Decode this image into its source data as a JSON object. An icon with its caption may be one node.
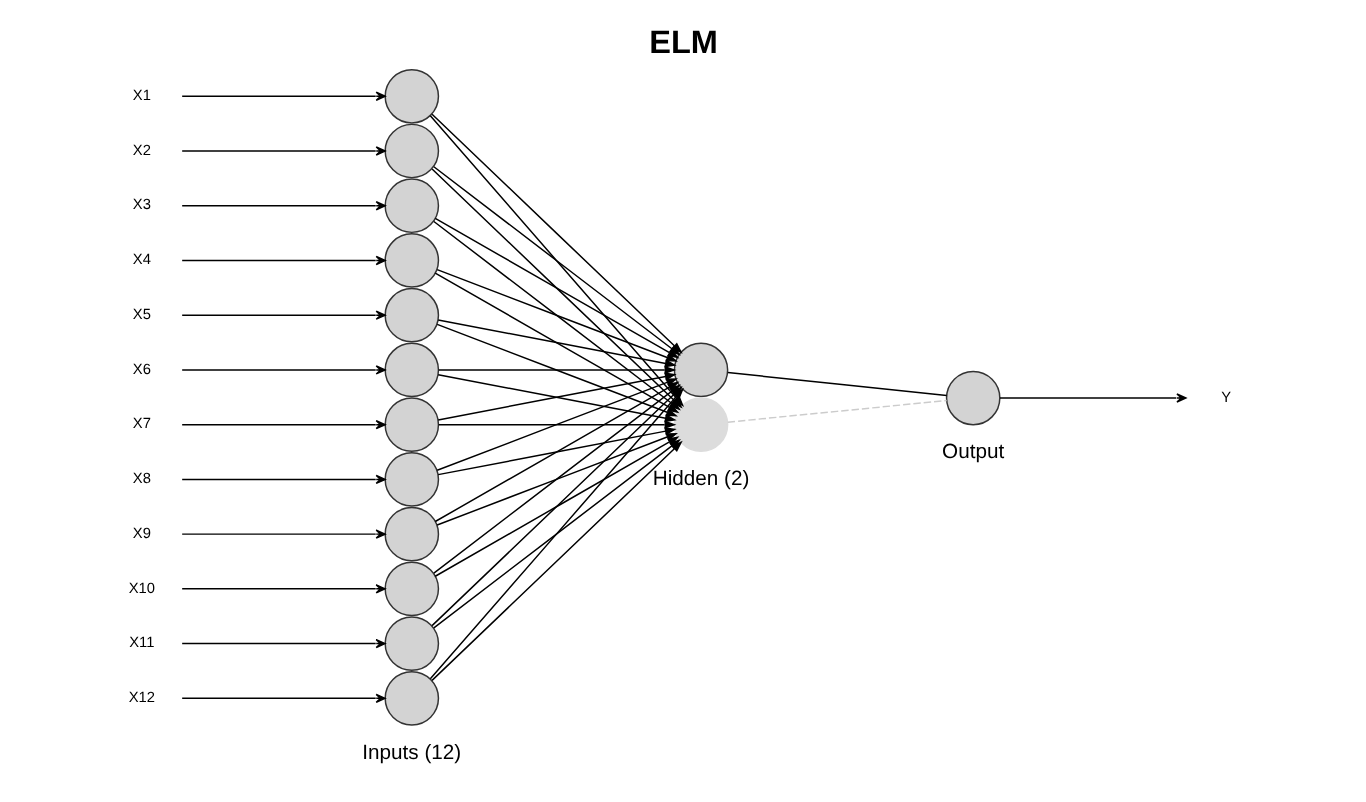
{
  "diagram": {
    "title": "ELM",
    "nodes": [
      {
        "text": [
          "X1"
        ]
      },
      {
        "text": [
          "X2"
        ]
      },
      {
        "text": [
          "X3"
        ]
      },
      {
        "text": [
          "X4"
        ]
      },
      {
        "text": [
          "X5"
        ]
      },
      {
        "text": [
          "X6"
        ]
      },
      {
        "text": [
          "X7"
        ]
      },
      {
        "text": [
          "X8"
        ]
      },
      {
        "text": [
          "X9"
        ]
      },
      {
        "text": [
          "X10"
        ]
      },
      {
        "text": [
          "X11"
        ]
      },
      {
        "text": [
          "X12"
        ]
      },
      {
        "text": [],
        "shape": "circle"
      },
      {
        "text": [],
        "shape": "circle"
      },
      {
        "text": [],
        "shape": "circle"
      },
      {
        "text": [],
        "shape": "circle"
      },
      {
        "text": [],
        "shape": "circle"
      },
      {
        "text": [],
        "shape": "circle"
      },
      {
        "text": [],
        "shape": "circle"
      },
      {
        "text": [],
        "shape": "circle"
      },
      {
        "text": [],
        "shape": "circle"
      },
      {
        "text": [],
        "shape": "circle"
      },
      {
        "text": [],
        "shape": "circle"
      },
      {
        "text": [],
        "shape": "circle"
      },
      {
        "text": [],
        "shape": "circle"
      },
      {
        "text": [],
        "shape": "circle"
      },
      {
        "text": [],
        "shape": "circle"
      },
      {
        "text": [
          "Y"
        ]
      }
    ],
    "edges": [
      {
        "from": 0,
        "to": 12,
        "arrow": "to"
      },
      {
        "from": 1,
        "to": 13,
        "arrow": "to"
      },
      {
        "from": 2,
        "to": 14,
        "arrow": "to"
      },
      {
        "from": 3,
        "to": 15,
        "arrow": "to"
      },
      {
        "from": 4,
        "to": 16,
        "arrow": "to"
      },
      {
        "from": 5,
        "to": 17,
        "arrow": "to"
      },
      {
        "from": 6,
        "to": 18,
        "arrow": "to"
      },
      {
        "from": 7,
        "to": 19,
        "arrow": "to"
      },
      {
        "from": 8,
        "to": 20,
        "arrow": "to"
      },
      {
        "from": 9,
        "to": 21,
        "arrow": "to"
      },
      {
        "from": 10,
        "to": 22,
        "arrow": "to"
      },
      {
        "from": 11,
        "to": 23,
        "arrow": "to"
      },
      {
        "from": 12,
        "to": 24,
        "arrow": "to"
      },
      {
        "from": 12,
        "to": 25,
        "arrow": "to"
      },
      {
        "from": 13,
        "to": 24,
        "arrow": "to"
      },
      {
        "from": 13,
        "to": 25,
        "arrow": "to"
      },
      {
        "from": 14,
        "to": 24,
        "arrow": "to"
      },
      {
        "from": 14,
        "to": 25,
        "arrow": "to"
      },
      {
        "from": 15,
        "to": 24,
        "arrow": "to"
      },
      {
        "from": 15,
        "to": 25,
        "arrow": "to"
      },
      {
        "from": 16,
        "to": 24,
        "arrow": "to"
      },
      {
        "from": 16,
        "to": 25,
        "arrow": "to"
      },
      {
        "from": 17,
        "to": 24,
        "arrow": "to"
      },
      {
        "from": 17,
        "to": 25,
        "arrow": "to"
      },
      {
        "from": 18,
        "to": 24,
        "arrow": "to"
      },
      {
        "from": 18,
        "to": 25,
        "arrow": "to"
      },
      {
        "from": 19,
        "to": 24,
        "arrow": "to"
      },
      {
        "from": 19,
        "to": 25,
        "arrow": "to"
      },
      {
        "from": 20,
        "to": 24,
        "arrow": "to"
      },
      {
        "from": 20,
        "to": 25,
        "arrow": "to"
      },
      {
        "from": 21,
        "to": 24,
        "arrow": "to"
      },
      {
        "from": 21,
        "to": 25,
        "arrow": "to"
      },
      {
        "from": 22,
        "to": 24,
        "arrow": "to"
      },
      {
        "from": 22,
        "to": 25,
        "arrow": "to"
      },
      {
        "from": 23,
        "to": 24,
        "arrow": "to"
      },
      {
        "from": 23,
        "to": 25,
        "arrow": "to"
      },
      {
        "from": 24,
        "to": 26,
        "arrow": "none"
      },
      {
        "from": 25,
        "to": 26,
        "arrow": "none",
        "style": "dashed",
        "color": "#cccccc"
      },
      {
        "from": 26,
        "to": 27,
        "arrow": "to"
      }
    ],
    "labels": [
      "Inputs (12)",
      "Hidden (2)",
      "Output"
    ]
  }
}
